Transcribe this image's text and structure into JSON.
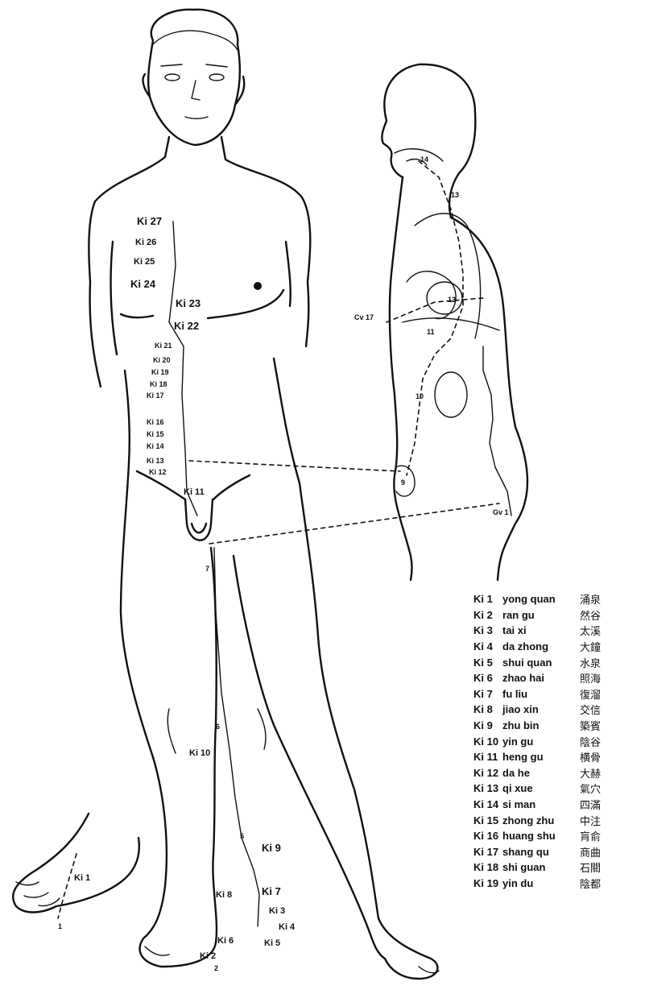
{
  "front_labels": [
    {
      "id": "ki27",
      "text": "Ki 27"
    },
    {
      "id": "ki26",
      "text": "Ki 26"
    },
    {
      "id": "ki25",
      "text": "Ki 25"
    },
    {
      "id": "ki24",
      "text": "Ki 24"
    },
    {
      "id": "ki23",
      "text": "Ki 23"
    },
    {
      "id": "ki22",
      "text": "Ki 22"
    },
    {
      "id": "ki21",
      "text": "Ki 21"
    },
    {
      "id": "ki20",
      "text": "Ki 20"
    },
    {
      "id": "ki19",
      "text": "Ki 19"
    },
    {
      "id": "ki18",
      "text": "Ki 18"
    },
    {
      "id": "ki17",
      "text": "Ki 17"
    },
    {
      "id": "ki16",
      "text": "Ki 16"
    },
    {
      "id": "ki15",
      "text": "Ki 15"
    },
    {
      "id": "ki14",
      "text": "Ki 14"
    },
    {
      "id": "ki13",
      "text": "Ki 13"
    },
    {
      "id": "ki12",
      "text": "Ki 12"
    },
    {
      "id": "ki11",
      "text": "Ki 11"
    },
    {
      "id": "ki10",
      "text": "Ki 10"
    },
    {
      "id": "ki9",
      "text": "Ki 9"
    },
    {
      "id": "ki7",
      "text": "Ki 7"
    },
    {
      "id": "ki8",
      "text": "Ki 8"
    },
    {
      "id": "ki3",
      "text": "Ki 3"
    },
    {
      "id": "ki4",
      "text": "Ki 4"
    },
    {
      "id": "ki6",
      "text": "Ki 6"
    },
    {
      "id": "ki5",
      "text": "Ki 5"
    },
    {
      "id": "ki2",
      "text": "Ki 2"
    },
    {
      "id": "ki1",
      "text": "Ki 1"
    }
  ],
  "side_labels": {
    "cv17": "Cv 17",
    "gv1": "Gv 1",
    "n14": "14",
    "n13": "13",
    "n12": "12",
    "n11": "11",
    "n10": "10",
    "n9": "9"
  },
  "small_numbers": {
    "n7": "7",
    "n6": "6",
    "n5": "5",
    "n2": "2",
    "n1": "1"
  },
  "legend": [
    {
      "code": "Ki 1",
      "pinyin": "yong quan",
      "chinese": "涌泉"
    },
    {
      "code": "Ki 2",
      "pinyin": "ran gu",
      "chinese": "然谷"
    },
    {
      "code": "Ki 3",
      "pinyin": "tai xi",
      "chinese": "太溪"
    },
    {
      "code": "Ki 4",
      "pinyin": "da zhong",
      "chinese": "大鐘"
    },
    {
      "code": "Ki 5",
      "pinyin": "shui quan",
      "chinese": "水泉"
    },
    {
      "code": "Ki 6",
      "pinyin": "zhao hai",
      "chinese": "照海"
    },
    {
      "code": "Ki 7",
      "pinyin": "fu liu",
      "chinese": "復溜"
    },
    {
      "code": "Ki 8",
      "pinyin": "jiao xin",
      "chinese": "交信"
    },
    {
      "code": "Ki 9",
      "pinyin": "zhu bin",
      "chinese": "築賓"
    },
    {
      "code": "Ki 10",
      "pinyin": "yin gu",
      "chinese": "陰谷"
    },
    {
      "code": "Ki 11",
      "pinyin": "heng gu",
      "chinese": "横骨"
    },
    {
      "code": "Ki 12",
      "pinyin": "da he",
      "chinese": "大赫"
    },
    {
      "code": "Ki 13",
      "pinyin": "qi xue",
      "chinese": "氣穴"
    },
    {
      "code": "Ki 14",
      "pinyin": "si man",
      "chinese": "四滿"
    },
    {
      "code": "Ki 15",
      "pinyin": "zhong zhu",
      "chinese": "中注"
    },
    {
      "code": "Ki 16",
      "pinyin": "huang shu",
      "chinese": "肓俞"
    },
    {
      "code": "Ki 17",
      "pinyin": "shang qu",
      "chinese": "商曲"
    },
    {
      "code": "Ki 18",
      "pinyin": "shi guan",
      "chinese": "石關"
    },
    {
      "code": "Ki 19",
      "pinyin": "yin du",
      "chinese": "陰都"
    }
  ]
}
